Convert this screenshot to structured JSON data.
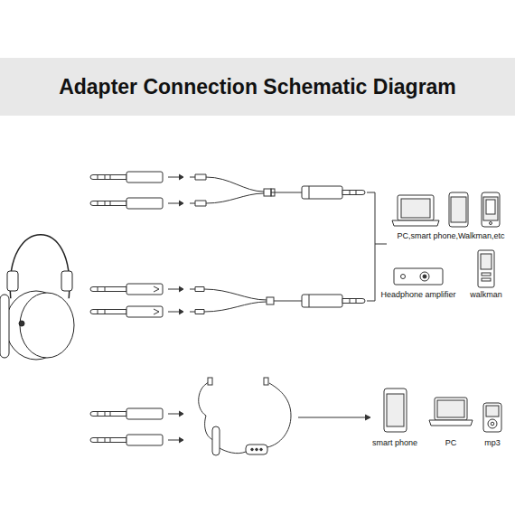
{
  "diagram": {
    "title": "Adapter Connection Schematic Diagram",
    "nodes": [
      {
        "text": [
          "PC,smart phone,Walkman,etc"
        ]
      },
      {
        "text": [
          "Headphone amplifier"
        ]
      },
      {
        "text": [
          "walkman"
        ]
      },
      {
        "text": [
          "smart phone"
        ]
      },
      {
        "text": [
          "PC"
        ]
      },
      {
        "text": [
          "mp3"
        ]
      }
    ]
  }
}
